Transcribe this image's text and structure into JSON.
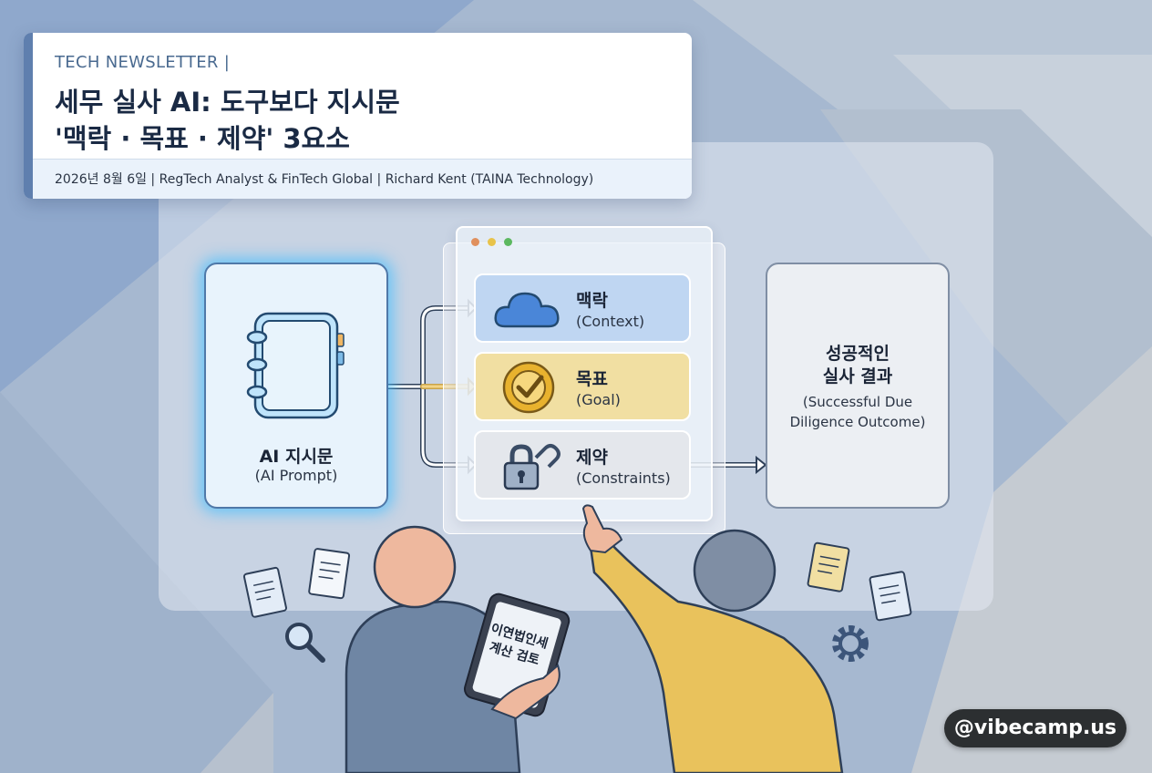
{
  "header": {
    "kicker": "TECH NEWSLETTER |",
    "title_line1": "세무 실사 AI: 도구보다 지시문",
    "title_line2": "'맥락 · 목표 · 제약' 3요소",
    "meta": "2026년 8월 6일 | RegTech Analyst & FinTech Global | Richard Kent (TAINA Technology)"
  },
  "diagram": {
    "prompt": {
      "label": "AI 지시문",
      "sub": "(AI Prompt)",
      "icon": "notebook-icon"
    },
    "components": [
      {
        "label": "맥락",
        "sub": "(Context)",
        "icon": "cloud-icon",
        "color": "#bfd6f2"
      },
      {
        "label": "목표",
        "sub": "(Goal)",
        "icon": "target-check-icon",
        "color": "#f1dfa2"
      },
      {
        "label": "제약",
        "sub": "(Constraints)",
        "icon": "lock-chain-icon",
        "color": "#e4e7ec"
      }
    ],
    "outcome": {
      "label_line1": "성공적인",
      "label_line2": "실사 결과",
      "sub_line1": "(Successful Due",
      "sub_line2": "Diligence Outcome)"
    }
  },
  "scene": {
    "tablet_line1": "이연법인세",
    "tablet_line2": "계산 검토"
  },
  "watermark": "@vibecamp.us",
  "colors": {
    "accent": "#4f78a8",
    "glow": "#40beff",
    "goal": "#e8b22e",
    "person_left": "#6f86a4",
    "person_right": "#e9c25c"
  }
}
